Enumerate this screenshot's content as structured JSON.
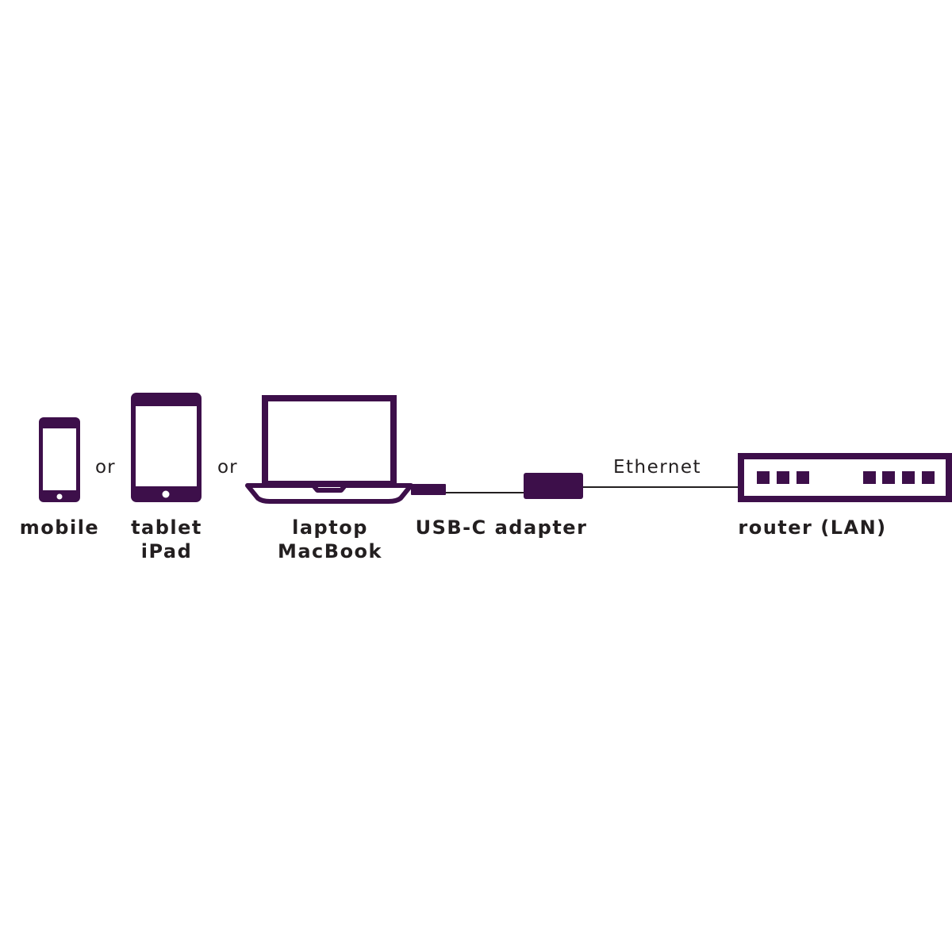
{
  "colors": {
    "device": "#3d0f4a",
    "text": "#231f20",
    "cable": "#231f20",
    "background": "#ffffff"
  },
  "devices": {
    "mobile": {
      "icon": "smartphone-icon",
      "label": "mobile"
    },
    "tablet": {
      "icon": "tablet-icon",
      "label_line1": "tablet",
      "label_line2": "iPad"
    },
    "laptop": {
      "icon": "laptop-icon",
      "label_line1": "laptop",
      "label_line2": "MacBook"
    },
    "adapter": {
      "icon": "usb-c-adapter-icon",
      "label": "USB-C adapter"
    },
    "router": {
      "icon": "router-icon",
      "label": "router (LAN)"
    }
  },
  "separators": {
    "or_1": "or",
    "or_2": "or"
  },
  "cable": {
    "ethernet_label": "Ethernet"
  }
}
